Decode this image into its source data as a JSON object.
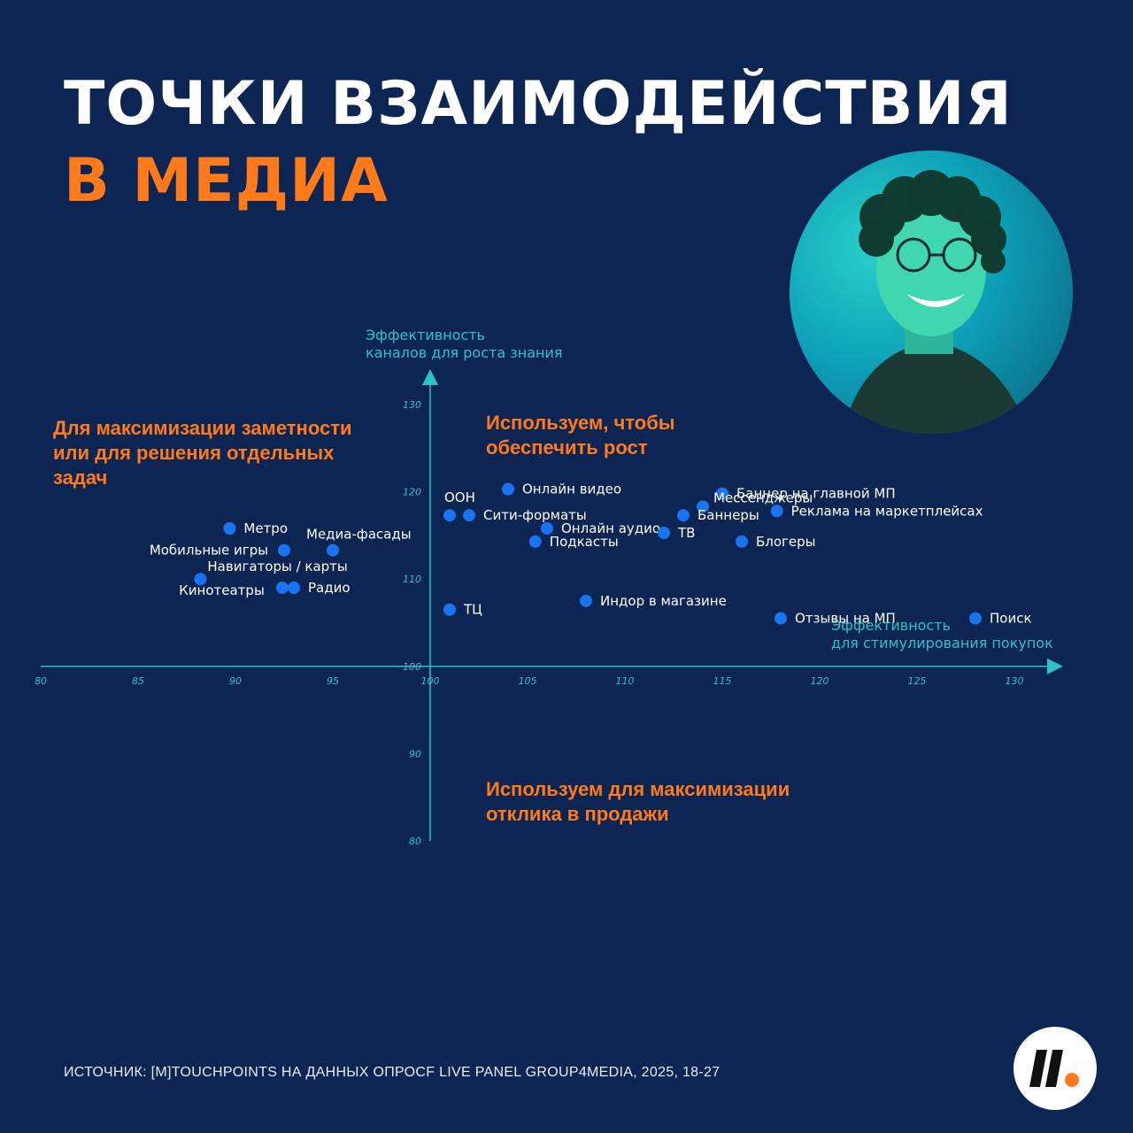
{
  "title": {
    "line1": "ТОЧКИ ВЗАИМОДЕЙСТВИЯ",
    "line2": "В МЕДИА"
  },
  "quadrants": {
    "top_left": [
      "Для максимизации заметности",
      "или для решения отдельных",
      "задач"
    ],
    "top_right": [
      "Используем, чтобы",
      "обеспечить рост"
    ],
    "bottom_right": [
      "Используем для максимизации",
      "отклика в продажи"
    ]
  },
  "source": "ИСТОЧНИК: [M]TOUCHPOINTS НА ДАННЫХ ОПРОСF LIVE PANEL GROUP4MEDIA, 2025, 18-27",
  "colors": {
    "background": "#0d2553",
    "accent": "#ff7a1a",
    "axis": "#2bc4c4",
    "point": "#1a73f0"
  },
  "chart_data": {
    "type": "scatter",
    "xlabel": [
      "Эффективность",
      "для стимулирования покупок"
    ],
    "ylabel": [
      "Эффективность",
      "каналов для роста знания"
    ],
    "xlim": [
      80,
      130
    ],
    "ylim": [
      80,
      130
    ],
    "x_ticks": [
      "80",
      "85",
      "90",
      "95",
      "100",
      "105",
      "110",
      "115",
      "120",
      "125",
      "130"
    ],
    "y_ticks": [
      "80",
      "90",
      "100",
      "110",
      "120",
      "130"
    ],
    "points": [
      {
        "label": "Онлайн видео",
        "x": 104,
        "y": 120.3
      },
      {
        "label": "Баннер на главной МП",
        "x": 115,
        "y": 119.8
      },
      {
        "label": "Мессенджеры",
        "x": 114,
        "y": 118.3
      },
      {
        "label": "Реклама на маркетплейсах",
        "x": 117.8,
        "y": 117.8
      },
      {
        "label": "ООН",
        "x": 101,
        "y": 117.3
      },
      {
        "label": "Сити-форматы",
        "x": 102,
        "y": 117.3
      },
      {
        "label": "Баннеры",
        "x": 113,
        "y": 117.3
      },
      {
        "label": "Метро",
        "x": 89.7,
        "y": 115.8
      },
      {
        "label": "Онлайн аудио",
        "x": 106,
        "y": 115.8
      },
      {
        "label": "ТВ",
        "x": 112,
        "y": 115.3
      },
      {
        "label": "Подкасты",
        "x": 105.4,
        "y": 114.3
      },
      {
        "label": "Блогеры",
        "x": 116,
        "y": 114.3
      },
      {
        "label": "Медиа-фасады",
        "x": 95,
        "y": 113.3
      },
      {
        "label": "Мобильные игры",
        "x": 92.5,
        "y": 113.3
      },
      {
        "label": "Навигаторы / карты",
        "x": 88.2,
        "y": 110
      },
      {
        "label": "Кинотеатры",
        "x": 92.4,
        "y": 109
      },
      {
        "label": "Радио",
        "x": 93,
        "y": 109
      },
      {
        "label": "Индор в магазине",
        "x": 108,
        "y": 107.5
      },
      {
        "label": "ТЦ",
        "x": 101,
        "y": 106.5
      },
      {
        "label": "Отзывы на МП",
        "x": 118,
        "y": 105.5
      },
      {
        "label": "Поиск",
        "x": 128,
        "y": 105.5
      }
    ]
  }
}
